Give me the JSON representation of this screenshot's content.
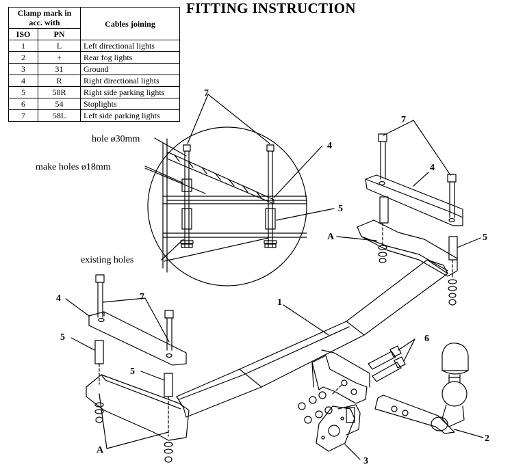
{
  "title": "FITTING INSTRUCTION",
  "legend": {
    "header_clamp": "Clamp mark in acc. with",
    "header_cables": "Cables joining",
    "header_iso": "ISO",
    "header_pn": "PN",
    "rows": [
      {
        "iso": "1",
        "pn": "L",
        "desc": "Left directional lights"
      },
      {
        "iso": "2",
        "pn": "+",
        "desc": "Rear fog lights"
      },
      {
        "iso": "3",
        "pn": "31",
        "desc": "Ground"
      },
      {
        "iso": "4",
        "pn": "R",
        "desc": "Right directional lights"
      },
      {
        "iso": "5",
        "pn": "58R",
        "desc": "Right side parking lights"
      },
      {
        "iso": "6",
        "pn": "54",
        "desc": "Stoplights"
      },
      {
        "iso": "7",
        "pn": "58L",
        "desc": "Left side parking lights"
      }
    ]
  },
  "detail_labels": {
    "hole": "hole ø30mm",
    "make_holes": "make holes ø18mm",
    "existing_holes": "existing holes"
  },
  "part_numbers": {
    "p1": "1",
    "p2": "2",
    "p3": "3",
    "p4": "4",
    "p5": "5",
    "p6": "6",
    "p7": "7",
    "point_a": "A"
  }
}
